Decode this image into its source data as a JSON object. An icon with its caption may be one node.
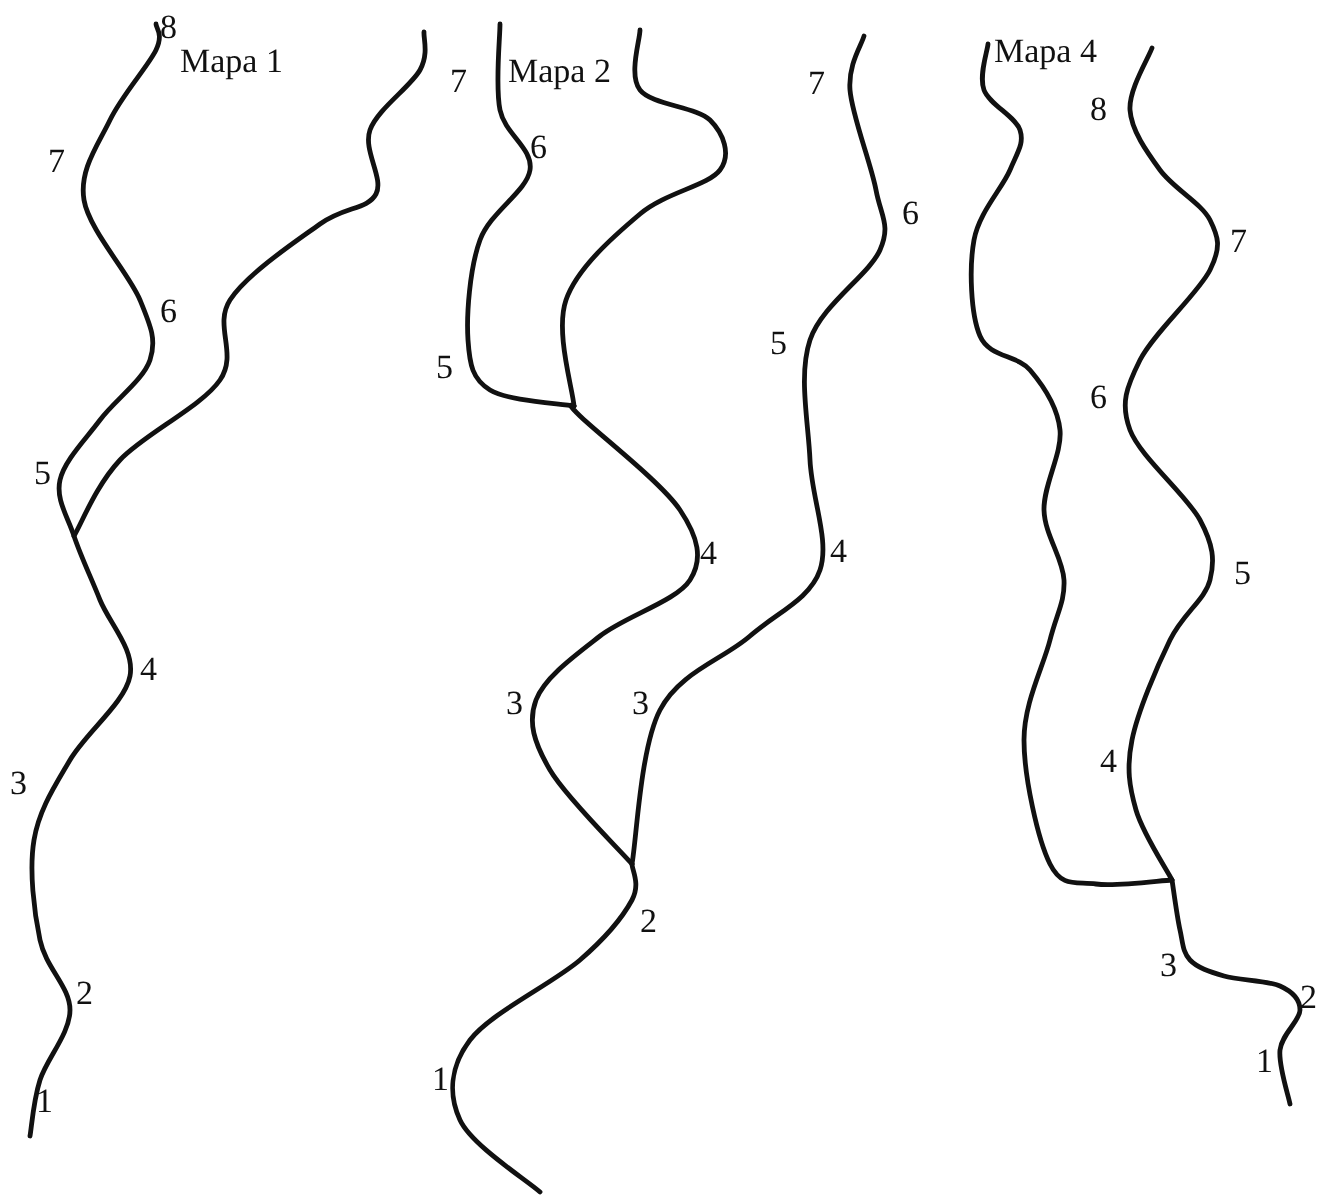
{
  "diagram": {
    "labels": [
      "Mapa 1",
      "8",
      "7",
      "6",
      "5",
      "4",
      "3",
      "2",
      "1",
      "Mapa 2",
      "7",
      "6",
      "5",
      "4",
      "3",
      "2",
      "1",
      "7",
      "6",
      "5",
      "4",
      "3",
      "Mapa 4",
      "8",
      "7",
      "6",
      "5",
      "4",
      "3",
      "2",
      "1"
    ]
  }
}
